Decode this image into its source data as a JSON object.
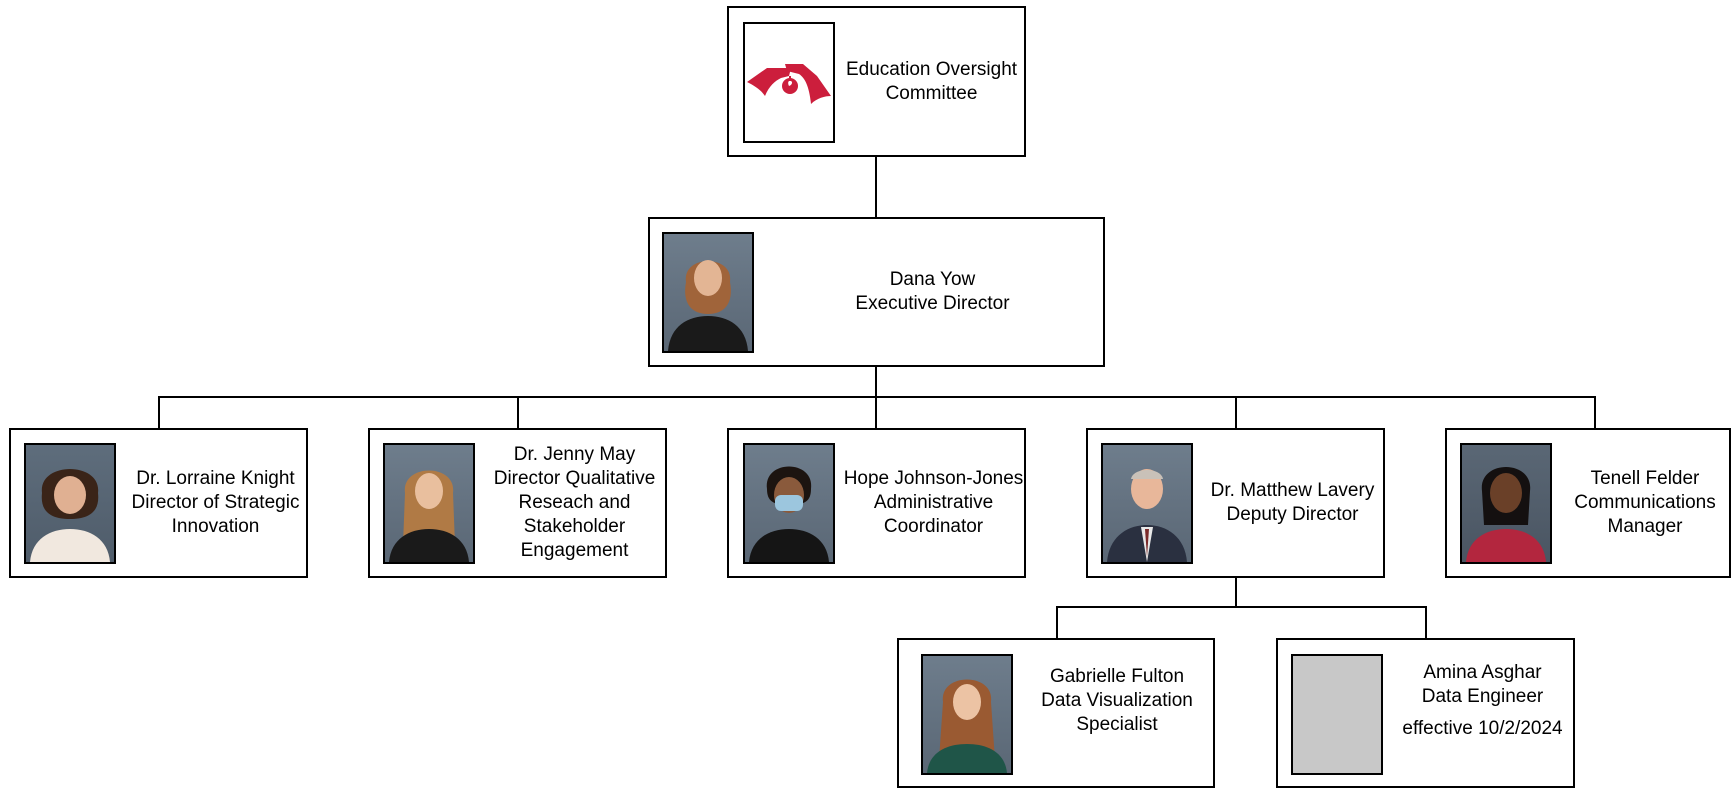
{
  "committee": {
    "line1": "Education Oversight",
    "line2": "Committee"
  },
  "director": {
    "name": "Dana Yow",
    "title": "Executive Director"
  },
  "staff": [
    {
      "name": "Dr. Lorraine Knight",
      "title_lines": [
        "Director of Strategic",
        "Innovation"
      ]
    },
    {
      "name": "Dr. Jenny May",
      "title_lines": [
        "Director Qualitative",
        "Reseach and",
        "Stakeholder",
        "Engagement"
      ]
    },
    {
      "name": "Hope Johnson-Jones",
      "title_lines": [
        "Administrative",
        "Coordinator"
      ]
    },
    {
      "name": "Dr. Matthew Lavery",
      "title_lines": [
        "Deputy Director"
      ]
    },
    {
      "name": "Tenell Felder",
      "title_lines": [
        "Communications",
        "Manager"
      ]
    }
  ],
  "deputy_reports": [
    {
      "name": "Gabrielle Fulton",
      "title_lines": [
        "Data Visualization",
        "Specialist"
      ]
    },
    {
      "name": "Amina Asghar",
      "title_lines": [
        "Data Engineer"
      ],
      "note": "effective 10/2/2024"
    }
  ],
  "colors": {
    "logo_red": "#cc1e3c",
    "placeholder_gray": "#c8c8c8",
    "photo_bg": "#6e7d8c"
  }
}
